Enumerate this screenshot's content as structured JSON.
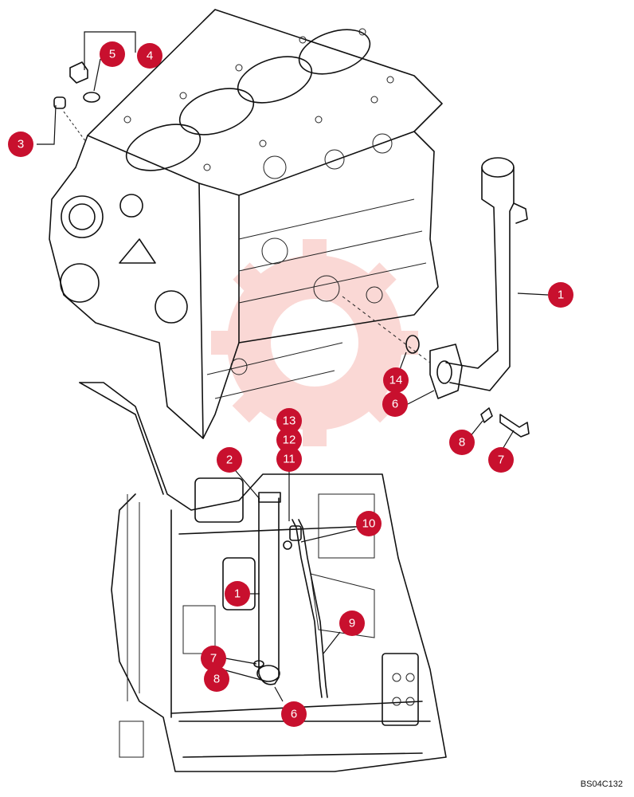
{
  "document": {
    "code": "BS04C132"
  },
  "colors": {
    "callout": "#c8102e",
    "callout_text": "#ffffff",
    "watermark": "#e8301c"
  },
  "callouts": [
    {
      "id": "c5",
      "label": "5"
    },
    {
      "id": "c4",
      "label": "4"
    },
    {
      "id": "c3",
      "label": "3"
    },
    {
      "id": "c1a",
      "label": "1"
    },
    {
      "id": "c14",
      "label": "14"
    },
    {
      "id": "c6a",
      "label": "6"
    },
    {
      "id": "c8a",
      "label": "8"
    },
    {
      "id": "c7a",
      "label": "7"
    },
    {
      "id": "c13",
      "label": "13"
    },
    {
      "id": "c12",
      "label": "12"
    },
    {
      "id": "c11",
      "label": "11"
    },
    {
      "id": "c2",
      "label": "2"
    },
    {
      "id": "c10",
      "label": "10"
    },
    {
      "id": "c1b",
      "label": "1"
    },
    {
      "id": "c9",
      "label": "9"
    },
    {
      "id": "c7b",
      "label": "7"
    },
    {
      "id": "c8b",
      "label": "8"
    },
    {
      "id": "c6b",
      "label": "6"
    }
  ]
}
